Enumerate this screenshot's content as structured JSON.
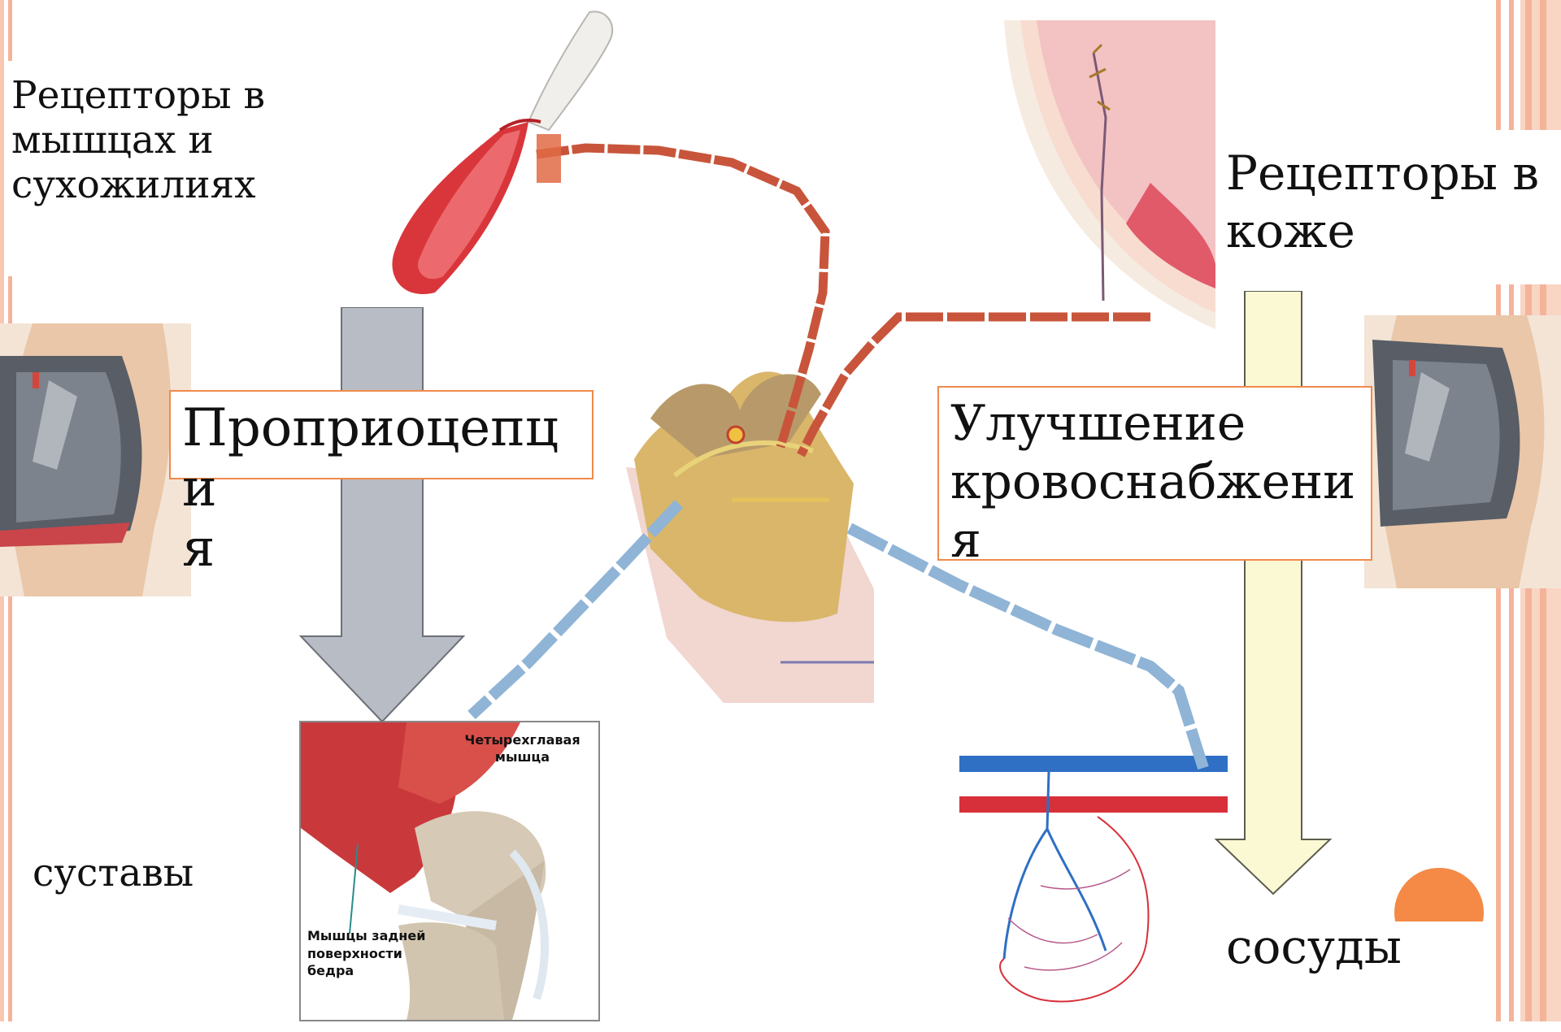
{
  "labels": {
    "muscle_receptors": "Рецепторы в\nмышцах и\nсухожилиях",
    "skin_receptors": "Рецепторы в\nкоже",
    "proprioception": "Проприоцепци\nя",
    "blood_supply": "Улучшение\nкровоснабжени\nя",
    "joints": "суставы",
    "vessels": "сосуды"
  },
  "knee_inset": {
    "quadriceps_label": "Четырехглавая\nмышца",
    "hamstring_label": "Мышцы задней\nповерхности\nбедра"
  },
  "colors": {
    "accent_orange": "#f08a4b",
    "border_stripe": "#f4b49a",
    "proprio_arrow": "#b8bcc4",
    "blood_arrow": "#fbf8d4",
    "artery": "#d8303a",
    "vein": "#2f6fc4",
    "nerve": "#c8553b",
    "efferent_nerve": "#8fb4d6"
  },
  "icons": [
    "knee-brace-icon",
    "muscle-icon",
    "skin-section-icon",
    "spinal-cord-icon",
    "knee-joint-icon",
    "capillary-bed-icon"
  ]
}
